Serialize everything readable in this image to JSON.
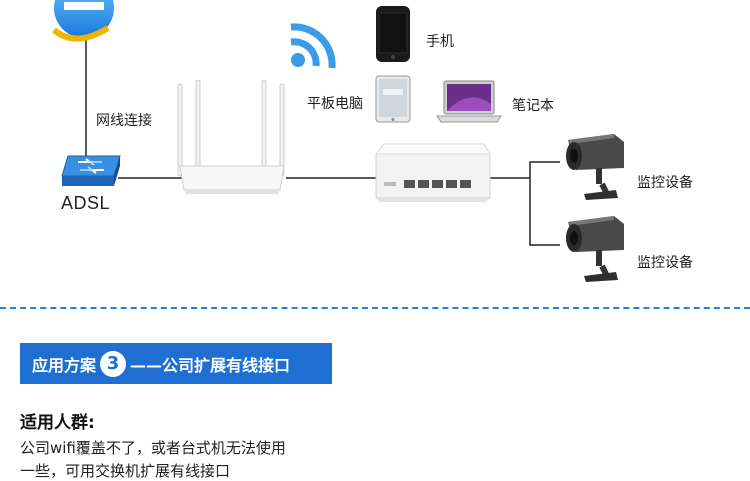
{
  "diagram": {
    "labels": {
      "network_cable": "网线连接",
      "adsl": "ADSL",
      "phone": "手机",
      "tablet": "平板电脑",
      "laptop": "笔记本",
      "camera_1": "监控设备",
      "camera_2": "监控设备"
    },
    "icons": [
      "ie-browser-icon",
      "wifi-signal-icon",
      "phone-icon",
      "tablet-icon",
      "laptop-icon",
      "adsl-modem-icon",
      "router-icon",
      "switch-icon",
      "camera-icon"
    ],
    "colors": {
      "accent": "#1e6fd1",
      "wifi": "#3a9be8",
      "dash": "#1e84d6"
    }
  },
  "banner": {
    "prefix": "应用方案",
    "number": "3",
    "suffix": "——公司扩展有线接口"
  },
  "content": {
    "title": "适用人群:",
    "line1": "公司wifi覆盖不了，或者台式机无法使用",
    "line2": "一些，可用交换机扩展有线接口"
  }
}
